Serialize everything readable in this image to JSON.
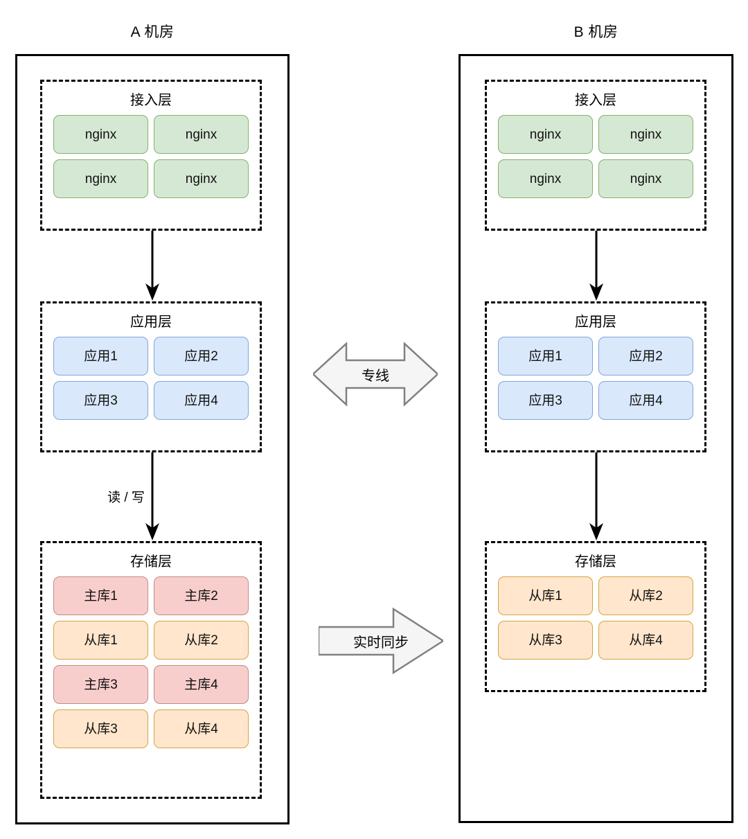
{
  "diagram": {
    "title_left": "A 机房",
    "title_right": "B 机房",
    "colors": {
      "access_fill": "#d5e8d4",
      "access_stroke": "#82b366",
      "app_fill": "#dae8fc",
      "app_stroke": "#7ea6d9",
      "master_fill": "#f8cecc",
      "master_stroke": "#c08a87",
      "slave_fill": "#ffe6cc",
      "slave_stroke": "#d6a441",
      "frame_stroke": "#000000",
      "arrow_fill": "#f5f5f5",
      "arrow_stroke": "#808080"
    }
  },
  "left_dc": {
    "access_layer": {
      "title": "接入层",
      "nodes": [
        "nginx",
        "nginx",
        "nginx",
        "nginx"
      ]
    },
    "app_layer": {
      "title": "应用层",
      "nodes": [
        "应用1",
        "应用2",
        "应用3",
        "应用4"
      ]
    },
    "storage_layer": {
      "title": "存储层",
      "nodes": [
        {
          "label": "主库1",
          "kind": "master"
        },
        {
          "label": "主库2",
          "kind": "master"
        },
        {
          "label": "从库1",
          "kind": "slave"
        },
        {
          "label": "从库2",
          "kind": "slave"
        },
        {
          "label": "主库3",
          "kind": "master"
        },
        {
          "label": "主库4",
          "kind": "master"
        },
        {
          "label": "从库3",
          "kind": "slave"
        },
        {
          "label": "从库4",
          "kind": "slave"
        }
      ]
    },
    "edges": {
      "access_to_app": "",
      "app_to_storage": "读 / 写"
    }
  },
  "right_dc": {
    "access_layer": {
      "title": "接入层",
      "nodes": [
        "nginx",
        "nginx",
        "nginx",
        "nginx"
      ]
    },
    "app_layer": {
      "title": "应用层",
      "nodes": [
        "应用1",
        "应用2",
        "应用3",
        "应用4"
      ]
    },
    "storage_layer": {
      "title": "存储层",
      "nodes": [
        {
          "label": "从库1",
          "kind": "slave"
        },
        {
          "label": "从库2",
          "kind": "slave"
        },
        {
          "label": "从库3",
          "kind": "slave"
        },
        {
          "label": "从库4",
          "kind": "slave"
        }
      ]
    },
    "edges": {
      "access_to_app": "",
      "app_to_storage": ""
    }
  },
  "cross_links": {
    "dedicated_line": "专线",
    "realtime_sync": "实时同步"
  }
}
